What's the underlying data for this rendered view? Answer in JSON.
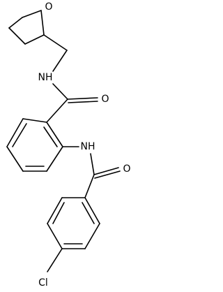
{
  "molecule": {
    "atoms": {
      "O_ring": "O",
      "N_amide1": "NH",
      "O_carbonyl1": "O",
      "N_amide2": "NH",
      "O_carbonyl2": "O",
      "Cl": "Cl"
    }
  },
  "colors": {
    "bond": "#000000",
    "label": "#000000",
    "background": "#ffffff"
  }
}
